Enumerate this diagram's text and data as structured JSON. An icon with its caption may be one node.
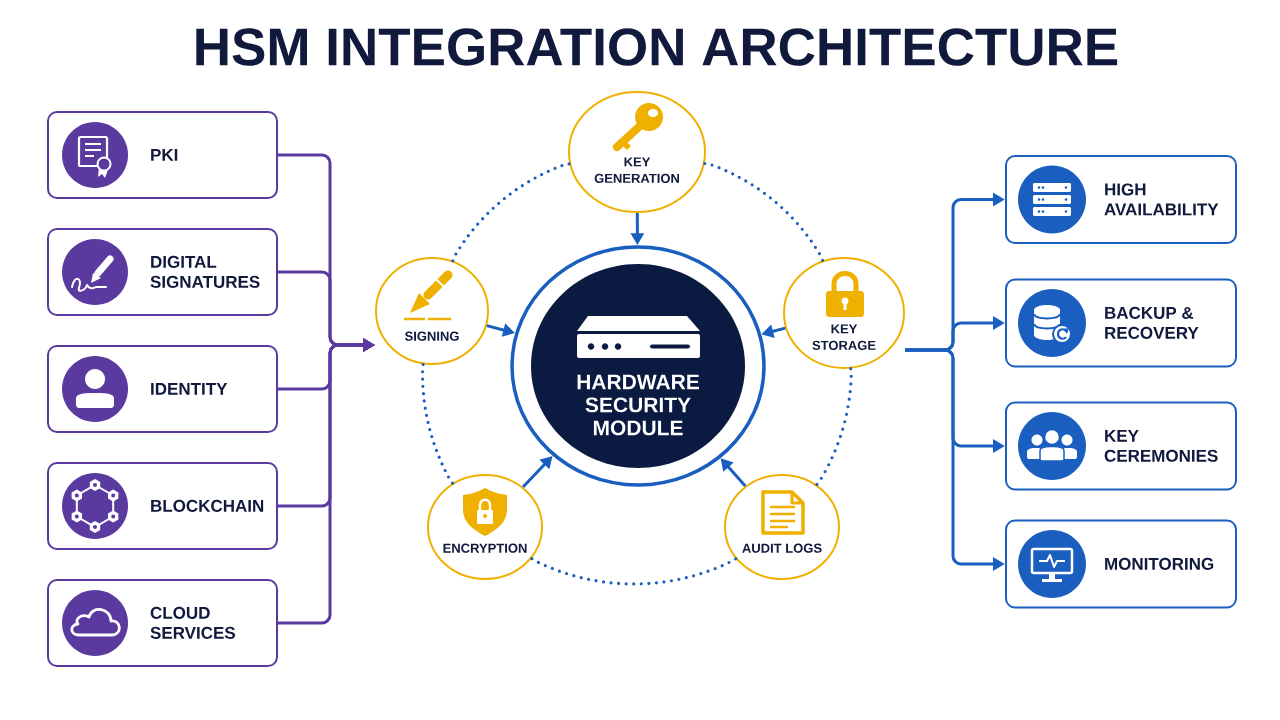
{
  "diagram": {
    "title": "HSM INTEGRATION ARCHITECTURE",
    "nodes": [
      {
        "text": [
          "PKI"
        ]
      },
      {
        "text": [
          "DIGITAL SIGNATURES"
        ]
      },
      {
        "text": [
          "IDENTITY"
        ]
      },
      {
        "text": [
          "BLOCKCHAIN"
        ]
      },
      {
        "text": [
          "CLOUD SERVICES"
        ]
      },
      {
        "text": [
          "KEY GENERATION"
        ]
      },
      {
        "text": [
          "SIGNING"
        ]
      },
      {
        "text": [
          "KEY STORAGE"
        ]
      },
      {
        "text": [
          "ENCRYPTION"
        ]
      },
      {
        "text": [
          "AUDIT LOGS"
        ]
      },
      {
        "text": [
          "HARDWARE SECURITY MODULE"
        ]
      },
      {
        "text": [
          "HIGH AVAILABILITY"
        ]
      },
      {
        "text": [
          "BACKUP & RECOVERY"
        ]
      },
      {
        "text": [
          "KEY CEREMONIES"
        ]
      },
      {
        "text": [
          "MONITORING"
        ]
      }
    ],
    "edges": [
      {
        "from": 0,
        "to": 6,
        "arrow": "to",
        "color": "#5b3aa0"
      },
      {
        "from": 1,
        "to": 6,
        "arrow": "to",
        "color": "#5b3aa0"
      },
      {
        "from": 2,
        "to": 6,
        "arrow": "to",
        "color": "#5b3aa0"
      },
      {
        "from": 3,
        "to": 6,
        "arrow": "to",
        "color": "#5b3aa0"
      },
      {
        "from": 4,
        "to": 6,
        "arrow": "to",
        "color": "#5b3aa0"
      },
      {
        "from": 5,
        "to": 10,
        "arrow": "to"
      },
      {
        "from": 6,
        "to": 10,
        "arrow": "to"
      },
      {
        "from": 7,
        "to": 10,
        "arrow": "to"
      },
      {
        "from": 8,
        "to": 10,
        "arrow": "to"
      },
      {
        "from": 9,
        "to": 10,
        "arrow": "to"
      },
      {
        "from": 5,
        "to": 7,
        "arrow": "none",
        "style": "dashed"
      },
      {
        "from": 7,
        "to": 9,
        "arrow": "none",
        "style": "dashed"
      },
      {
        "from": 9,
        "to": 8,
        "arrow": "none",
        "style": "dashed"
      },
      {
        "from": 8,
        "to": 6,
        "arrow": "none",
        "style": "dashed"
      },
      {
        "from": 6,
        "to": 5,
        "arrow": "none",
        "style": "dashed"
      },
      {
        "from": 7,
        "to": 11,
        "arrow": "to"
      },
      {
        "from": 7,
        "to": 12,
        "arrow": "to"
      },
      {
        "from": 7,
        "to": 13,
        "arrow": "to"
      },
      {
        "from": 7,
        "to": 14,
        "arrow": "to"
      }
    ]
  }
}
